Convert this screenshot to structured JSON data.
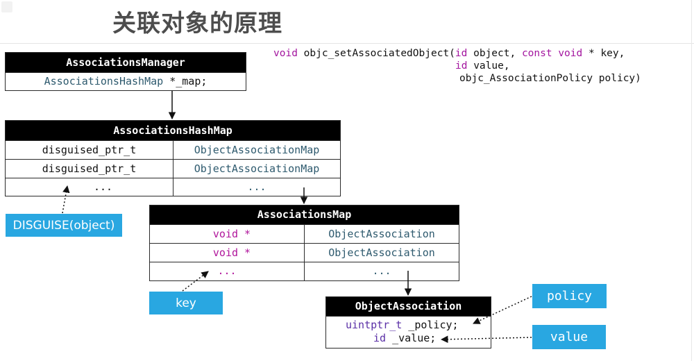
{
  "title": "关联对象的原理",
  "signature": {
    "line1": {
      "kw": "void",
      "name": " objc_setAssociatedObject(",
      "kw2": "id",
      "mid": " object, ",
      "kw3": "const void",
      "tail": " * key,"
    },
    "line2": {
      "kw": "id",
      "tail": " value,"
    },
    "line3": {
      "tail": "objc_AssociationPolicy policy)"
    }
  },
  "manager": {
    "header": "AssociationsManager",
    "field_type": "AssociationsHashMap",
    "field_name": " *_map;"
  },
  "hashmap": {
    "header": "AssociationsHashMap",
    "rows": [
      {
        "key": "disguised_ptr_t",
        "value": "ObjectAssociationMap"
      },
      {
        "key": "disguised_ptr_t",
        "value": "ObjectAssociationMap"
      },
      {
        "key": "...",
        "value": "..."
      }
    ]
  },
  "assocmap": {
    "header": "AssociationsMap",
    "rows": [
      {
        "key": "void *",
        "value": "ObjectAssociation"
      },
      {
        "key": "void *",
        "value": "ObjectAssociation"
      },
      {
        "key": "...",
        "value": "..."
      }
    ]
  },
  "objassoc": {
    "header": "ObjectAssociation",
    "f1_type": "uintptr_t",
    "f1_name": " _policy;",
    "f2_type": "id",
    "f2_name": " _value;"
  },
  "callouts": {
    "disguise": "DISGUISE(object)",
    "key": "key",
    "policy": "policy",
    "value": "value"
  },
  "colors": {
    "callout_bg": "#29a7e1",
    "header_bg": "#000000",
    "keyword": "#a3159f",
    "type_teal": "#2e5a6e"
  }
}
